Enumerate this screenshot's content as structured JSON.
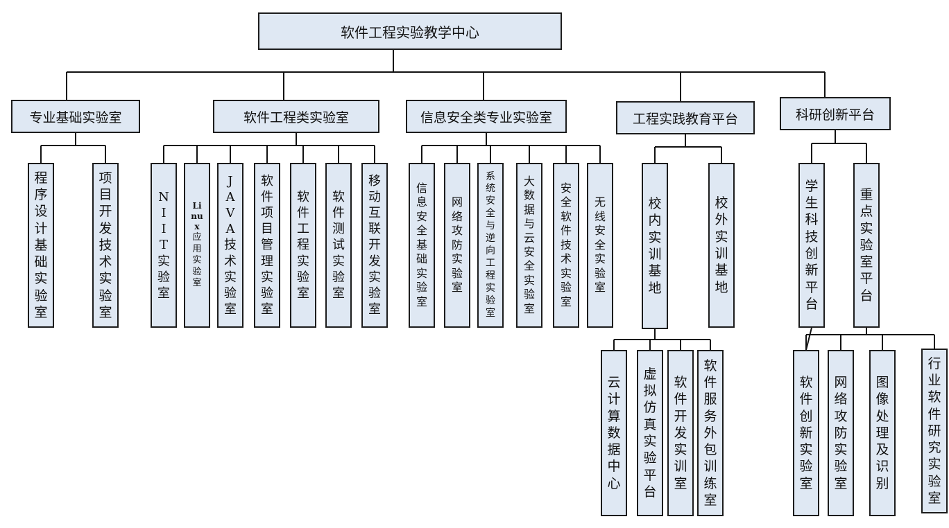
{
  "colors": {
    "box_fill": "#dfe8f3",
    "box_border": "#1c1c1c",
    "line": "#111111"
  },
  "root": {
    "label": "软件工程实验教学中心"
  },
  "branches": [
    {
      "label": "专业基础实验室",
      "children": [
        "程序设计基础实验室",
        "项目开发技术实验室"
      ]
    },
    {
      "label": "软件工程类实验室",
      "children": [
        "NIIT实验室",
        "Linux应用实验室",
        "JAVA技术实验室",
        "软件项目管理实验室",
        "软件工程实验室",
        "软件测试实验室",
        "移动互联开发实验室"
      ]
    },
    {
      "label": "信息安全类专业实验室",
      "children": [
        "信息安全基础实验室",
        "网络攻防实验室",
        "系统安全与逆向工程实验室",
        "大数据与云安全实验室",
        "安全软件技术实验室",
        "无线安全实验室"
      ]
    },
    {
      "label": "工程实践教育平台",
      "children": [
        "校内实训基地",
        "校外实训基地"
      ]
    },
    {
      "label": "科研创新平台",
      "children": [
        "学生科技创新平台",
        "重点实验室平台"
      ]
    }
  ],
  "sub_children": {
    "校内实训基地": [
      "云计算数据中心",
      "虚拟仿真实验平台",
      "软件开发实训室",
      "软件服务外包训练室"
    ],
    "重点实验室平台": [
      "软件创新实验室",
      "网络攻防实验室",
      "图像处理及识别",
      "行业软件研究实验室"
    ]
  }
}
